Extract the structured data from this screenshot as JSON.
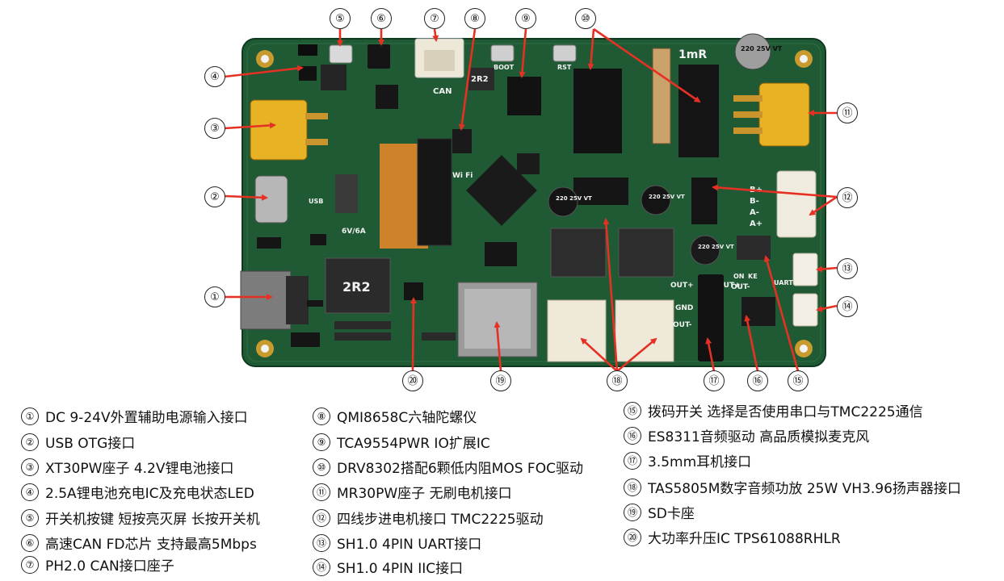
{
  "silkscreen": {
    "brand": "1mR",
    "boot": "BOOT",
    "rst": "RST",
    "can": "CAN",
    "inductor_top": "2R2",
    "inductor_main": "2R2",
    "cap_label_1": "220 25V VT",
    "cap_label_2": "220 25V VT",
    "cap_label_3": "220 25V VT",
    "cap_label_4": "220 25V VT",
    "usb": "USB",
    "volt": "6V/6A",
    "wifi": "Wi Fi",
    "motor_pins": [
      "B+",
      "B-",
      "A-",
      "A+"
    ],
    "out_left": [
      "OUT+",
      "GND",
      "OUT-"
    ],
    "out_right": [
      "OUT+",
      "OUT-"
    ],
    "switch_labels": [
      "ON",
      "KE",
      "UART"
    ]
  },
  "callouts": [
    "①",
    "②",
    "③",
    "④",
    "⑤",
    "⑥",
    "⑦",
    "⑧",
    "⑨",
    "⑩",
    "⑪",
    "⑫",
    "⑬",
    "⑭",
    "⑮",
    "⑯",
    "⑰",
    "⑱",
    "⑲",
    "⑳"
  ],
  "legend": [
    {
      "num": "①",
      "text": "DC 9-24V外置辅助电源输入接口"
    },
    {
      "num": "②",
      "text": "USB OTG接口"
    },
    {
      "num": "③",
      "text": "XT30PW座子 4.2V锂电池接口"
    },
    {
      "num": "④",
      "text": "2.5A锂电池充电IC及充电状态LED"
    },
    {
      "num": "⑤",
      "text": "开关机按键 短按亮灭屏 长按开关机"
    },
    {
      "num": "⑥",
      "text": "高速CAN FD芯片 支持最高5Mbps"
    },
    {
      "num": "⑦",
      "text": "PH2.0 CAN接口座子"
    },
    {
      "num": "⑧",
      "text": "QMI8658C六轴陀螺仪"
    },
    {
      "num": "⑨",
      "text": "TCA9554PWR IO扩展IC"
    },
    {
      "num": "⑩",
      "text": "DRV8302搭配6颗低内阻MOS FOC驱动"
    },
    {
      "num": "⑪",
      "text": "MR30PW座子 无刷电机接口"
    },
    {
      "num": "⑫",
      "text": "四线步进电机接口 TMC2225驱动"
    },
    {
      "num": "⑬",
      "text": "SH1.0 4PIN UART接口"
    },
    {
      "num": "⑭",
      "text": "SH1.0 4PIN IIC接口"
    },
    {
      "num": "⑮",
      "text": "拨码开关 选择是否使用串口与TMC2225通信"
    },
    {
      "num": "⑯",
      "text": "ES8311音频驱动 高品质模拟麦克风"
    },
    {
      "num": "⑰",
      "text": "3.5mm耳机接口"
    },
    {
      "num": "⑱",
      "text": "TAS5805M数字音频功放 25W VH3.96扬声器接口"
    },
    {
      "num": "⑲",
      "text": "SD卡座"
    },
    {
      "num": "⑳",
      "text": "大功率升压IC TPS61088RHLR"
    }
  ]
}
